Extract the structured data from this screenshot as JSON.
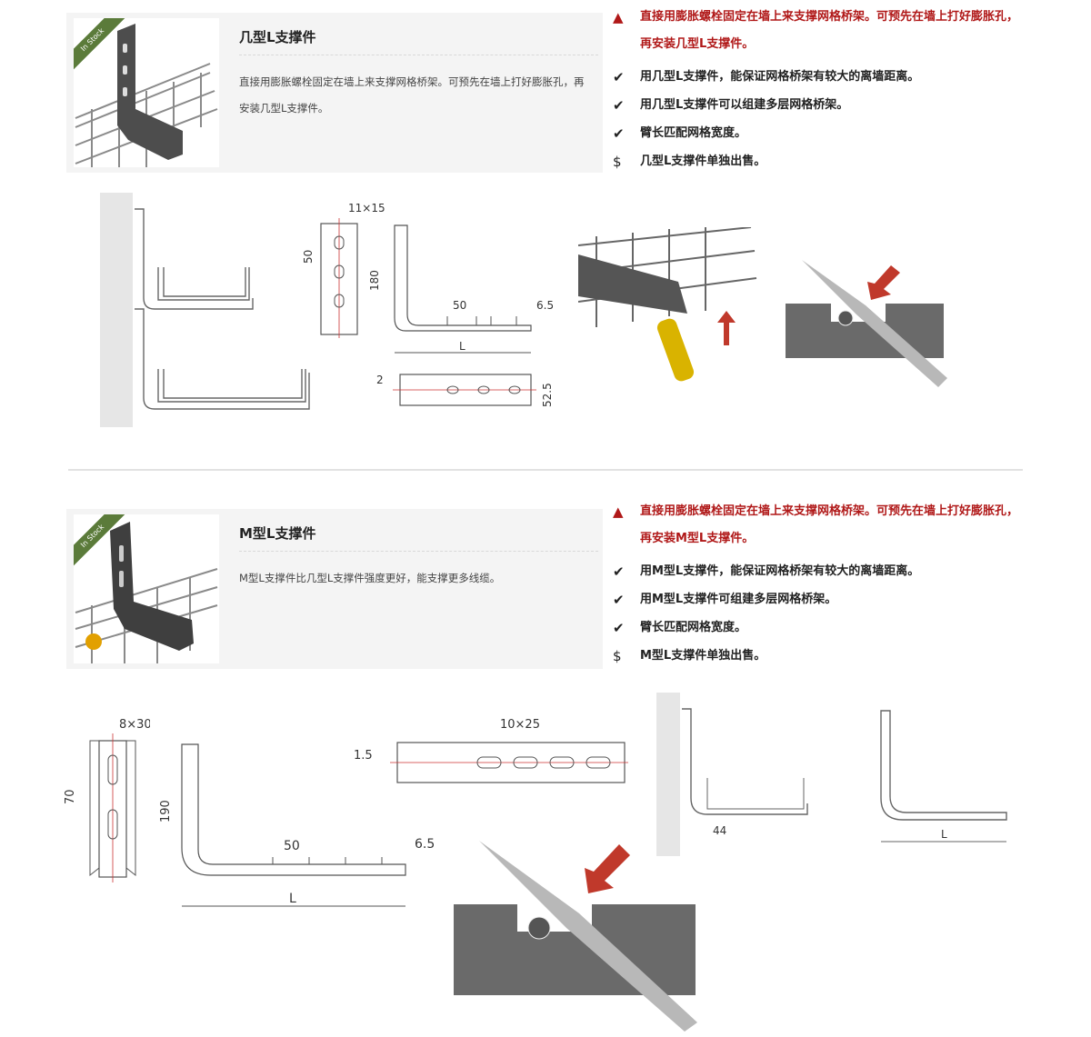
{
  "sections": [
    {
      "badge": "In Stock",
      "title": "几型L支撑件",
      "description": "直接用膨胀螺栓固定在墙上来支撑网格桥架。可预先在墙上打好膨胀孔，再安装几型L支撑件。",
      "features": [
        {
          "icon": "warning-icon",
          "text": "直接用膨胀螺栓固定在墙上来支撑网格桥架。可预先在墙上打好膨胀孔，再安装几型L支撑件。"
        },
        {
          "icon": "check-icon",
          "text": "用几型L支撑件，能保证网格桥架有较大的离墙距离。"
        },
        {
          "icon": "check-icon",
          "text": "用几型L支撑件可以组建多层网格桥架。"
        },
        {
          "icon": "check-icon",
          "text": "臂长匹配网格宽度。"
        },
        {
          "icon": "dollar-icon",
          "text": "几型L支撑件单独出售。"
        }
      ],
      "dims": {
        "slot": "11×15",
        "pitch": "50",
        "height": "180",
        "seg": "50",
        "end": "6.5",
        "length": "L",
        "thick": "2",
        "width": "52.5"
      }
    },
    {
      "badge": "In Stock",
      "title": "M型L支撑件",
      "description": "M型L支撑件比几型L支撑件强度更好，能支撑更多线缆。",
      "features": [
        {
          "icon": "warning-icon",
          "text": "直接用膨胀螺栓固定在墙上来支撑网格桥架。可预先在墙上打好膨胀孔，再安装M型L支撑件。"
        },
        {
          "icon": "check-icon",
          "text": "用M型L支撑件，能保证网格桥架有较大的离墙距离。"
        },
        {
          "icon": "check-icon",
          "text": "用M型L支撑件可组建多层网格桥架。"
        },
        {
          "icon": "check-icon",
          "text": "臂长匹配网格宽度。"
        },
        {
          "icon": "dollar-icon",
          "text": "M型L支撑件单独出售。"
        }
      ],
      "dims": {
        "slot": "8×30",
        "pitch": "70",
        "height": "190",
        "seg": "50",
        "end": "6.5",
        "length": "L",
        "thick": "1.5",
        "slot2": "10×25",
        "offset": "44",
        "length2": "L"
      }
    }
  ],
  "colors": {
    "warning": "#b01818",
    "check": "#222222",
    "badge": "#5b7b3a",
    "arrow": "#c0392b"
  }
}
